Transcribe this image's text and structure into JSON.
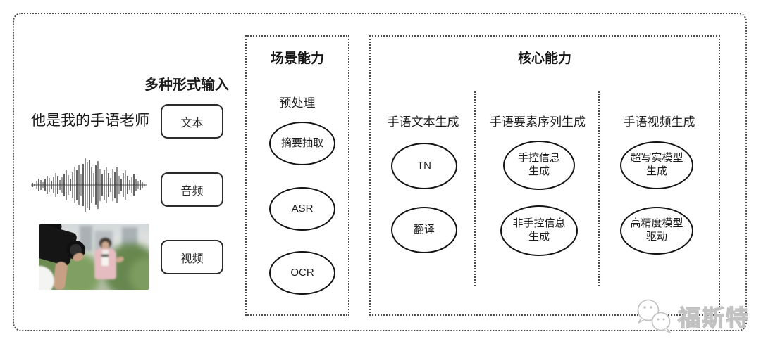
{
  "input_section": {
    "heading": "多种形式输入",
    "sample_text": "他是我的手语老师",
    "modalities": [
      {
        "label": "文本"
      },
      {
        "label": "音频"
      },
      {
        "label": "视频"
      }
    ]
  },
  "scene_panel": {
    "title": "场景能力",
    "subtitle": "预处理",
    "items": [
      "摘要抽取",
      "ASR",
      "OCR"
    ]
  },
  "core_panel": {
    "title": "核心能力",
    "columns": [
      {
        "title": "手语文本生成",
        "items": [
          "TN",
          "翻译"
        ]
      },
      {
        "title": "手语要素序列生成",
        "items": [
          "手控信息\n生成",
          "非手控信息\n生成"
        ]
      },
      {
        "title": "手语视频生成",
        "items": [
          "超写实模型\n生成",
          "高精度模型\n驱动"
        ]
      }
    ]
  },
  "watermark": {
    "text": "福斯特",
    "logo_icon": "chat-bubbles-icon",
    "color": "#c2c2c2"
  },
  "colors": {
    "ink": "#1d1d1d",
    "stroke": "#131313",
    "dotted_border": "#4d4d4d",
    "background": "#ffffff"
  }
}
